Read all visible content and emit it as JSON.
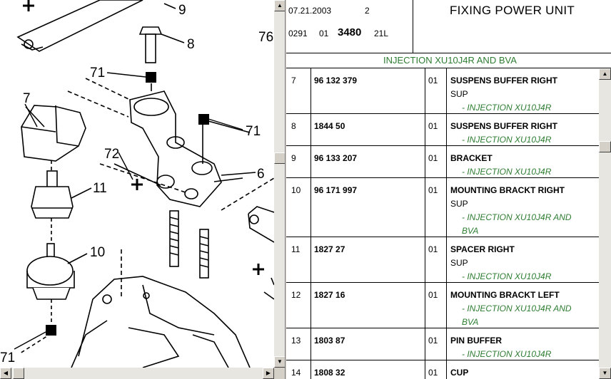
{
  "header": {
    "date": "07.21.2003",
    "page": "2",
    "code": "0291",
    "sub": "01",
    "vehicle": "3480",
    "variant": "21L",
    "title": "FIXING POWER UNIT"
  },
  "subtitle": "INJECTION XU10J4R AND BVA",
  "diagram": {
    "callouts": [
      "9",
      "8",
      "76",
      "71",
      "7",
      "71",
      "72",
      "6",
      "11",
      "10",
      "71"
    ]
  },
  "parts": [
    {
      "ref": "7",
      "number": "96 132 379",
      "qty": "01",
      "name": "SUSPENS BUFFER RIGHT",
      "sup": "SUP",
      "app": [
        "-  INJECTION XU10J4R"
      ]
    },
    {
      "ref": "8",
      "number": "1844 50",
      "qty": "01",
      "name": "SUSPENS BUFFER RIGHT",
      "sup": "",
      "app": [
        "-  INJECTION XU10J4R"
      ]
    },
    {
      "ref": "9",
      "number": "96 133 207",
      "qty": "01",
      "name": "BRACKET",
      "sup": "",
      "app": [
        "-  INJECTION XU10J4R"
      ]
    },
    {
      "ref": "10",
      "number": "96 171 997",
      "qty": "01",
      "name": "MOUNTING BRACKT RIGHT",
      "sup": "SUP",
      "app": [
        "-  INJECTION XU10J4R AND",
        "BVA"
      ]
    },
    {
      "ref": "11",
      "number": "1827 27",
      "qty": "01",
      "name": "SPACER RIGHT",
      "sup": "SUP",
      "app": [
        "-  INJECTION XU10J4R"
      ]
    },
    {
      "ref": "12",
      "number": "1827 16",
      "qty": "01",
      "name": "MOUNTING BRACKT LEFT",
      "sup": "",
      "app": [
        "-  INJECTION XU10J4R AND",
        "BVA"
      ]
    },
    {
      "ref": "13",
      "number": "1803 87",
      "qty": "01",
      "name": "PIN BUFFER",
      "sup": "",
      "app": [
        "-  INJECTION XU10J4R"
      ]
    },
    {
      "ref": "14",
      "number": "1808 32",
      "qty": "01",
      "name": "CUP",
      "sup": "",
      "app": []
    }
  ],
  "colors": {
    "application_text": "#2e7d32",
    "window_face": "#d4d0c8"
  }
}
